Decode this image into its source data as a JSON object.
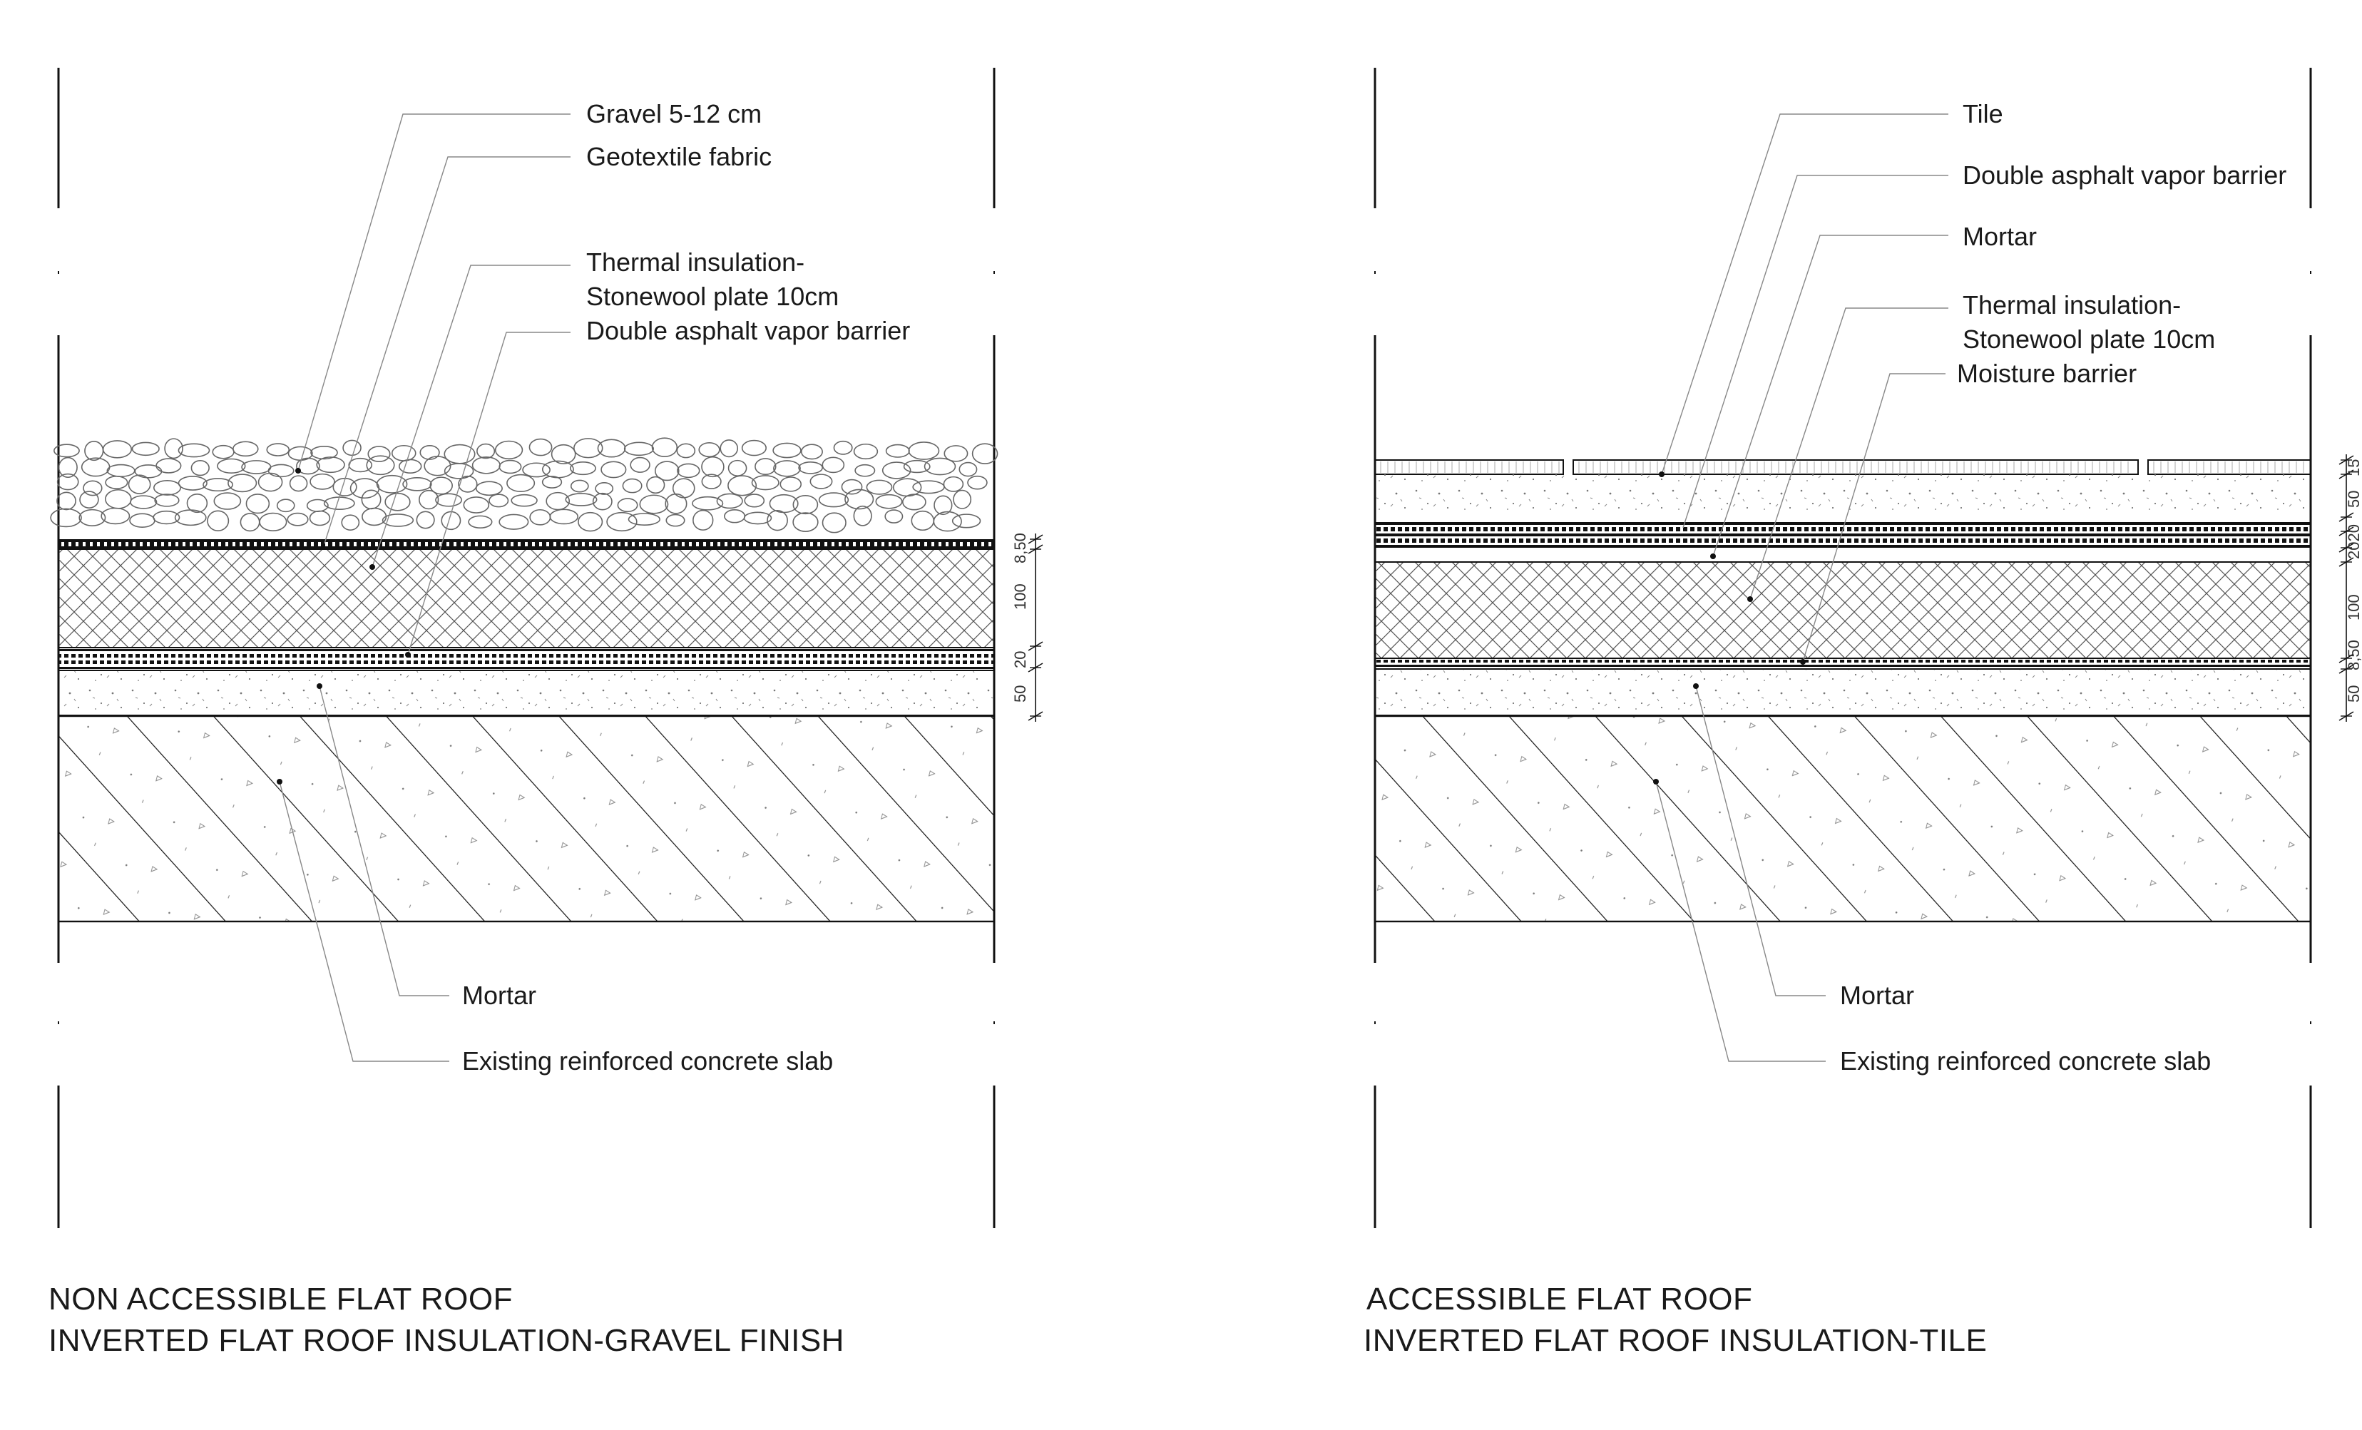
{
  "left": {
    "labels": {
      "gravel": "Gravel 5-12 cm",
      "geotextile": "Geotextile fabric",
      "insulation_1": "Thermal insulation-",
      "insulation_2": "Stonewool plate 10cm",
      "vapor": "Double asphalt vapor barrier",
      "mortar": "Mortar",
      "slab": "Existing reinforced concrete slab"
    },
    "dims": [
      "8,50",
      "100",
      "20",
      "50"
    ],
    "title_1": "NON ACCESSIBLE FLAT ROOF",
    "title_2": "INVERTED FLAT ROOF INSULATION-GRAVEL FINISH"
  },
  "right": {
    "labels": {
      "tile": "Tile",
      "vapor": "Double asphalt vapor barrier",
      "mortar_top": "Mortar",
      "insulation_1": "Thermal insulation-",
      "insulation_2": "Stonewool plate 10cm",
      "moisture": "Moisture barrier",
      "mortar": "Mortar",
      "slab": "Existing reinforced concrete slab"
    },
    "dims": [
      "15",
      "50",
      "2020",
      "100",
      "8,50",
      "50"
    ],
    "title_1": "ACCESSIBLE FLAT ROOF",
    "title_2": "INVERTED FLAT ROOF INSULATION-TILE"
  }
}
